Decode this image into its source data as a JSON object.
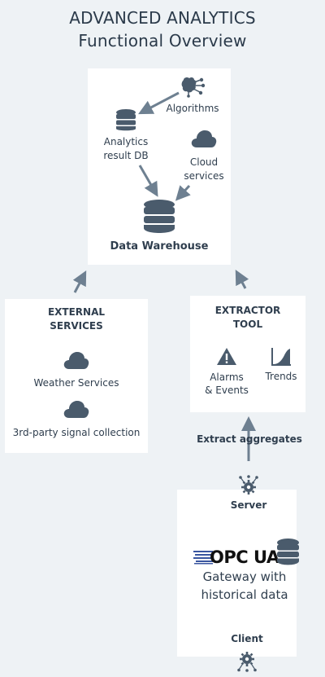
{
  "header": {
    "title_line1": "ADVANCED ANALYTICS",
    "title_line2": "Functional Overview"
  },
  "warehouse_box": {
    "algorithms": "Algorithms",
    "analytics_db_line1": "Analytics",
    "analytics_db_line2": "result DB",
    "cloud_line1": "Cloud",
    "cloud_line2": "services",
    "warehouse_label": "Data Warehouse"
  },
  "external_box": {
    "title_line1": "EXTERNAL",
    "title_line2": "SERVICES",
    "weather": "Weather Services",
    "third_party": "3rd-party signal collection"
  },
  "extractor_box": {
    "title_line1": "EXTRACTOR",
    "title_line2": "TOOL",
    "alarms_line1": "Alarms",
    "alarms_line2": "& Events",
    "trends": "Trends"
  },
  "flow": {
    "extract_label": "Extract aggregates",
    "server_label": "Server",
    "client_label": "Client"
  },
  "gateway_box": {
    "logo_text": "OPC UA",
    "line1": "Gateway with",
    "line2": "historical data"
  },
  "colors": {
    "background": "#eef2f5",
    "icon": "#4a5b6c",
    "arrow": "#6e8091"
  },
  "icons": [
    "brain-network-icon",
    "database-icon",
    "cloud-icon",
    "warning-icon",
    "trend-chart-icon",
    "network-gear-icon"
  ]
}
